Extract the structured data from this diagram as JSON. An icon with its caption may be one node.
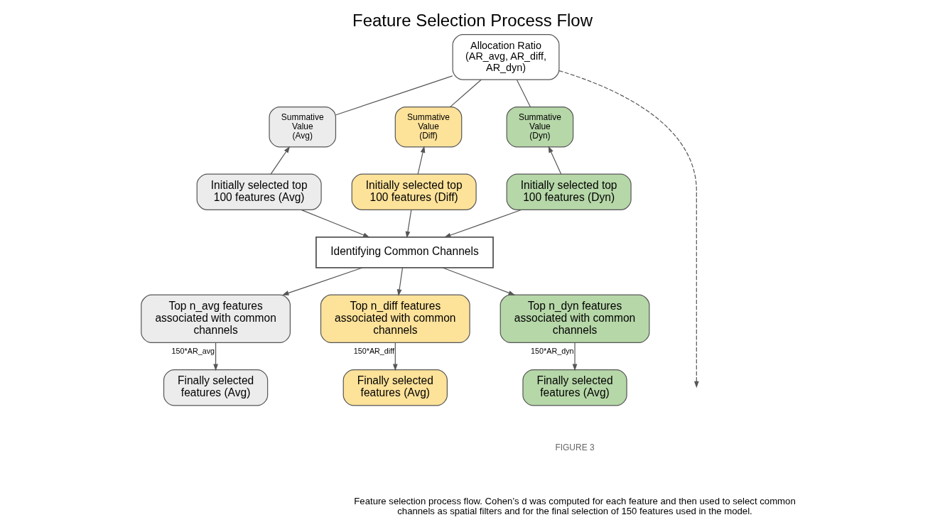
{
  "diagram": {
    "title": "Feature Selection Process Flow",
    "caption": "Feature selection process flow. Cohen’s d was computed for each feature and then used to select common channels as spatial filters and for the final selection of 150 features used in the model.",
    "nodes": [
      {
        "text": [
          "Allocation Ratio (AR_avg, AR_diff, AR_dyn)"
        ]
      },
      {
        "text": [
          "Summative Value (Avg)"
        ]
      },
      {
        "text": [
          "Summative Value (Diff)"
        ]
      },
      {
        "text": [
          "Summative Value (Dyn)"
        ]
      },
      {
        "text": [
          "Initially selected top 100 features (Avg)"
        ]
      },
      {
        "text": [
          "Initially selected top 100 features (Diff)"
        ]
      },
      {
        "text": [
          "Initially selected top 100 features (Dyn)"
        ]
      },
      {
        "text": [
          "Identifying Common Channels"
        ]
      },
      {
        "text": [
          "Top n_avg features associated with common channels"
        ]
      },
      {
        "text": [
          "Top n_diff features associated with common channels"
        ]
      },
      {
        "text": [
          "Top n_dyn features associated with common channels"
        ]
      },
      {
        "text": [
          "Finally selected features (Avg)"
        ]
      },
      {
        "text": [
          "Finally selected features (Avg)"
        ]
      },
      {
        "text": [
          "Finally selected features (Avg)"
        ]
      }
    ],
    "edges": [
      {
        "from": 0,
        "to": 1,
        "arrow": "none"
      },
      {
        "from": 0,
        "to": 2,
        "arrow": "none"
      },
      {
        "from": 0,
        "to": 3,
        "arrow": "none"
      },
      {
        "from": 4,
        "to": 1,
        "arrow": "to"
      },
      {
        "from": 5,
        "to": 2,
        "arrow": "to"
      },
      {
        "from": 6,
        "to": 3,
        "arrow": "to"
      },
      {
        "from": 4,
        "to": 7,
        "arrow": "to"
      },
      {
        "from": 5,
        "to": 7,
        "arrow": "to"
      },
      {
        "from": 6,
        "to": 7,
        "arrow": "to"
      },
      {
        "from": 7,
        "to": 8,
        "arrow": "to"
      },
      {
        "from": 7,
        "to": 9,
        "arrow": "to"
      },
      {
        "from": 7,
        "to": 10,
        "arrow": "to"
      },
      {
        "from": 8,
        "to": 11,
        "arrow": "to",
        "label": "150*AR_avg"
      },
      {
        "from": 9,
        "to": 12,
        "arrow": "to",
        "label": "150*AR_diff"
      },
      {
        "from": 10,
        "to": 13,
        "arrow": "to",
        "label": "150*AR_dyn"
      },
      {
        "from": 0,
        "to": null,
        "arrow": "to",
        "style": "dashed"
      }
    ],
    "labels": [
      "FIGURE 3"
    ]
  }
}
